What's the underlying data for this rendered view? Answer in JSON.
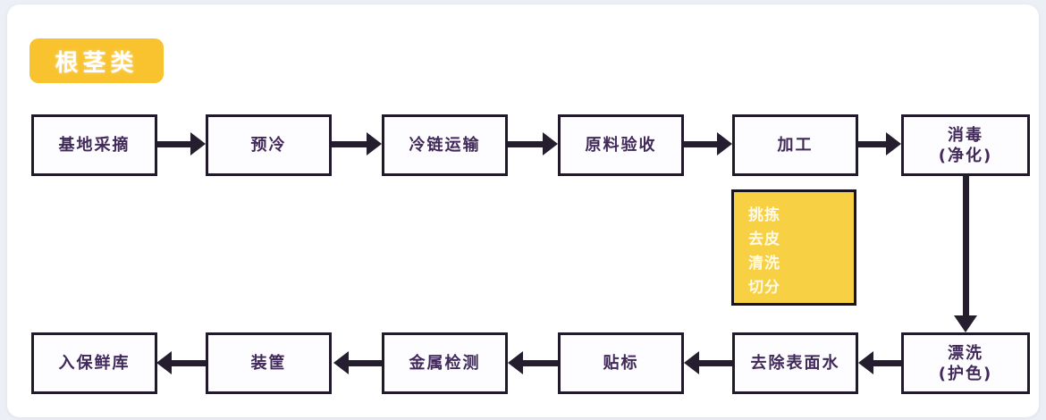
{
  "badge": {
    "label": "根茎类"
  },
  "flow": {
    "direction": "top row left-to-right, down, bottom row right-to-left",
    "top": [
      {
        "label": "基地采摘"
      },
      {
        "label": "预冷"
      },
      {
        "label": "冷链运输"
      },
      {
        "label": "原料验收"
      },
      {
        "label": "加工"
      },
      {
        "label": "消毒\n(净化)"
      }
    ],
    "bottom": [
      {
        "label": "入保鲜库"
      },
      {
        "label": "装筐"
      },
      {
        "label": "金属检测"
      },
      {
        "label": "贴标"
      },
      {
        "label": "去除表面水"
      },
      {
        "label": "漂洗\n(护色)"
      }
    ]
  },
  "note": {
    "lines": [
      "挑拣",
      "去皮",
      "清洗",
      "切分"
    ]
  },
  "colors": {
    "badge_bg": "#F9C330",
    "note_bg": "#F8D044",
    "box_border": "#201A2B",
    "box_text": "#41295A",
    "arrow": "#241E2E",
    "card_bg": "#FFFFFF",
    "page_bg": "#EDEFF7"
  }
}
